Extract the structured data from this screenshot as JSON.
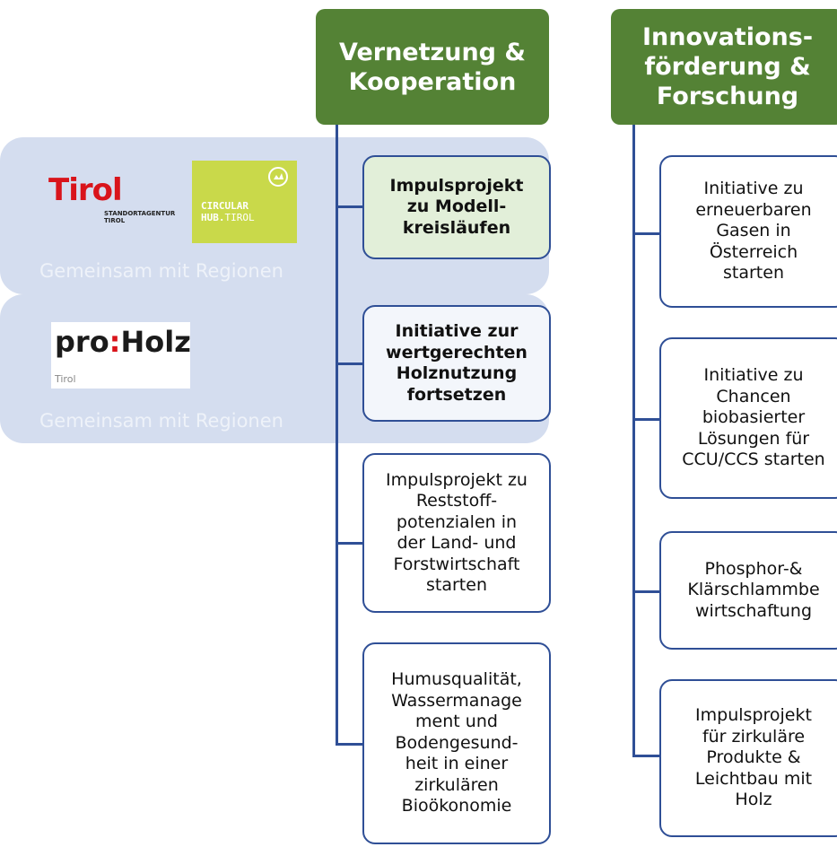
{
  "partners": [
    {
      "caption": "Gemeinsam mit Regionen"
    },
    {
      "caption": "Gemeinsam mit Regionen"
    }
  ],
  "logos": {
    "tirol_word": "Tirol",
    "tirol_sub1": "STANDORTAGENTUR",
    "tirol_sub2": "TIROL",
    "hub_line1": "CIRCULAR",
    "hub_line2a": "HUB.",
    "hub_line2b": "TIROL",
    "proholz_a": "pro",
    "proholz_b": ":",
    "proholz_c": "Holz",
    "proholz_sub": "Tirol"
  },
  "columns": [
    {
      "header": "Vernetzung &\nKooperation",
      "items": [
        {
          "label": "Impulsprojekt\nzu Modell-\nkreisläufen"
        },
        {
          "label": "Initiative zur\nwertgerechten\nHolznutzung\nfortsetzen"
        },
        {
          "label": "Impulsprojekt zu\nReststoff-\npotenzialen in\nder Land- und\nForstwirtschaft\nstarten"
        },
        {
          "label": "Humusqualität,\nWassermanage\nment und\nBodengesund-\nheit in einer\nzirkulären\nBioökonomie"
        }
      ]
    },
    {
      "header": "Innovations-\nförderung &\nForschung",
      "items": [
        {
          "label": "Initiative zu\nerneuerbaren\nGasen in\nÖsterreich\nstarten"
        },
        {
          "label": "Initiative zu\nChancen\nbiobasierter\nLösungen für\nCCU/CCS starten"
        },
        {
          "label": "Phosphor-&\nKlärschlammbe\nwirtschaftung"
        },
        {
          "label": "Impulsprojekt\nfür zirkuläre\nProdukte &\nLeichtbau mit\nHolz"
        }
      ]
    }
  ],
  "colors": {
    "header_green": "#548235",
    "connector_blue": "#2f4f96",
    "band": "#d4ddef",
    "highlight_green": "#e2efd9"
  }
}
